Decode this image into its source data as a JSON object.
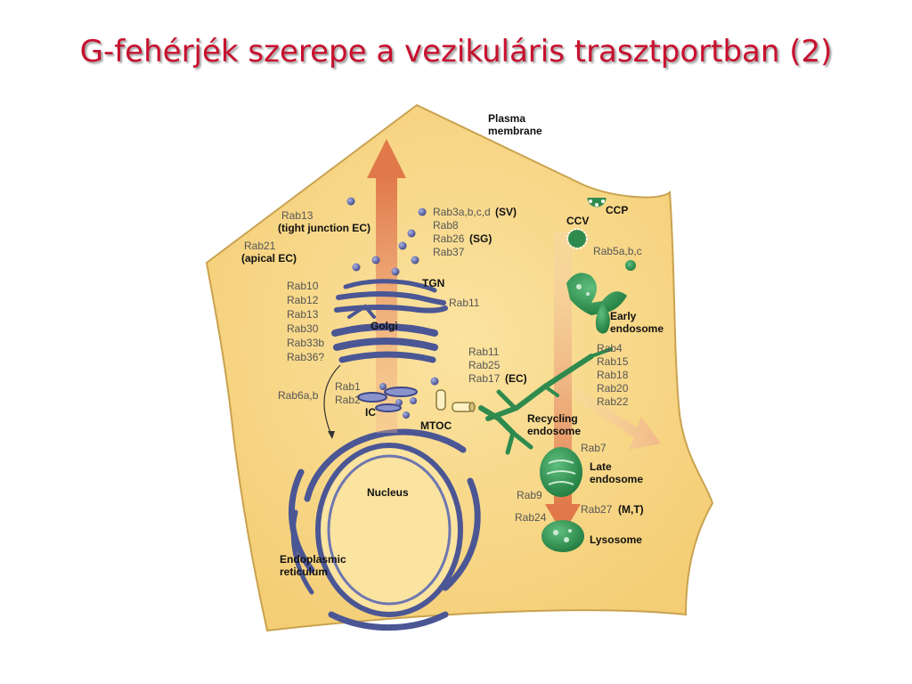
{
  "title": "G-fehérjék szerepe a vezikuláris trasztportban (2)",
  "labels": {
    "plasma_membrane_1": "Plasma",
    "plasma_membrane_2": "membrane",
    "ccp": "CCP",
    "ccv": "CCV",
    "rab5": "Rab5a,b,c",
    "early_endosome_1": "Early",
    "early_endosome_2": "endosome",
    "rab13_tj": "Rab13",
    "tight_junction": "(tight junction EC)",
    "rab21": "Rab21",
    "apical_ec": "(apical EC)",
    "rab3": "Rab3a,b,c,d",
    "sv": "(SV)",
    "rab8": "Rab8",
    "rab26": "Rab26",
    "sg": "(SG)",
    "rab37": "Rab37",
    "tgn": "TGN",
    "rab11_tgn": "Rab11",
    "golgi_rabs": [
      "Rab10",
      "Rab12",
      "Rab13",
      "Rab30",
      "Rab33b",
      "Rab36?"
    ],
    "golgi": "Golgi",
    "rab6": "Rab6a,b",
    "rab1": "Rab1",
    "rab2": "Rab2",
    "ic": "IC",
    "mtoc": "MTOC",
    "rab11_re": "Rab11",
    "rab25": "Rab25",
    "rab17": "Rab17",
    "ec": "(EC)",
    "right_rabs": [
      "Rab4",
      "Rab15",
      "Rab18",
      "Rab20",
      "Rab22"
    ],
    "recycling_1": "Recycling",
    "recycling_2": "endosome",
    "rab7": "Rab7",
    "late_1": "Late",
    "late_2": "endosome",
    "rab9": "Rab9",
    "rab27": "Rab27",
    "mt": "(M,T)",
    "rab24": "Rab24",
    "lysosome": "Lysosome",
    "nucleus": "Nucleus",
    "er_1": "Endoplasmic",
    "er_2": "reticulum"
  },
  "colors": {
    "title": "#c8102e",
    "cell": "#f9d98a",
    "membrane": "#8e6d2e",
    "organelle_blue": "#4b5694",
    "organelle_green": "#2f8a4e",
    "arrow_orange": "#e8895a"
  }
}
